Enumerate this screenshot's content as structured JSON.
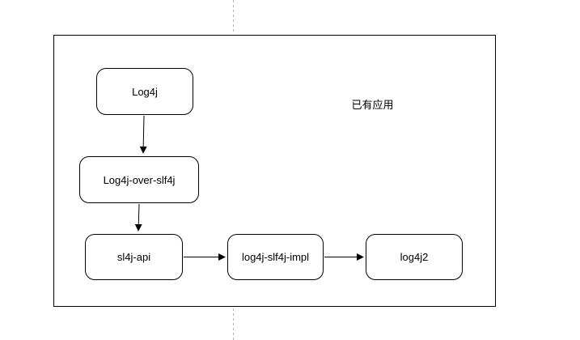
{
  "diagram": {
    "annotation": "已有应用",
    "nodes": [
      {
        "id": "log4j",
        "label": "Log4j"
      },
      {
        "id": "log4j-over-slf4j",
        "label": "Log4j-over-slf4j"
      },
      {
        "id": "sl4j-api",
        "label": "sl4j-api"
      },
      {
        "id": "log4j-slf4j-impl",
        "label": "log4j-slf4j-impl"
      },
      {
        "id": "log4j2",
        "label": "log4j2"
      }
    ],
    "edges": [
      {
        "from": "Log4j",
        "to": "Log4j-over-slf4j",
        "direction": "down"
      },
      {
        "from": "Log4j-over-slf4j",
        "to": "sl4j-api",
        "direction": "down"
      },
      {
        "from": "sl4j-api",
        "to": "log4j-slf4j-impl",
        "direction": "right"
      },
      {
        "from": "log4j-slf4j-impl",
        "to": "log4j2",
        "direction": "right"
      }
    ],
    "colors": {
      "node_border": "#000000",
      "node_fill": "#ffffff",
      "edge": "#000000",
      "frame_border": "#000000",
      "page_divider": "#b3b3b3",
      "text": "#000000",
      "background": "#ffffff"
    }
  }
}
